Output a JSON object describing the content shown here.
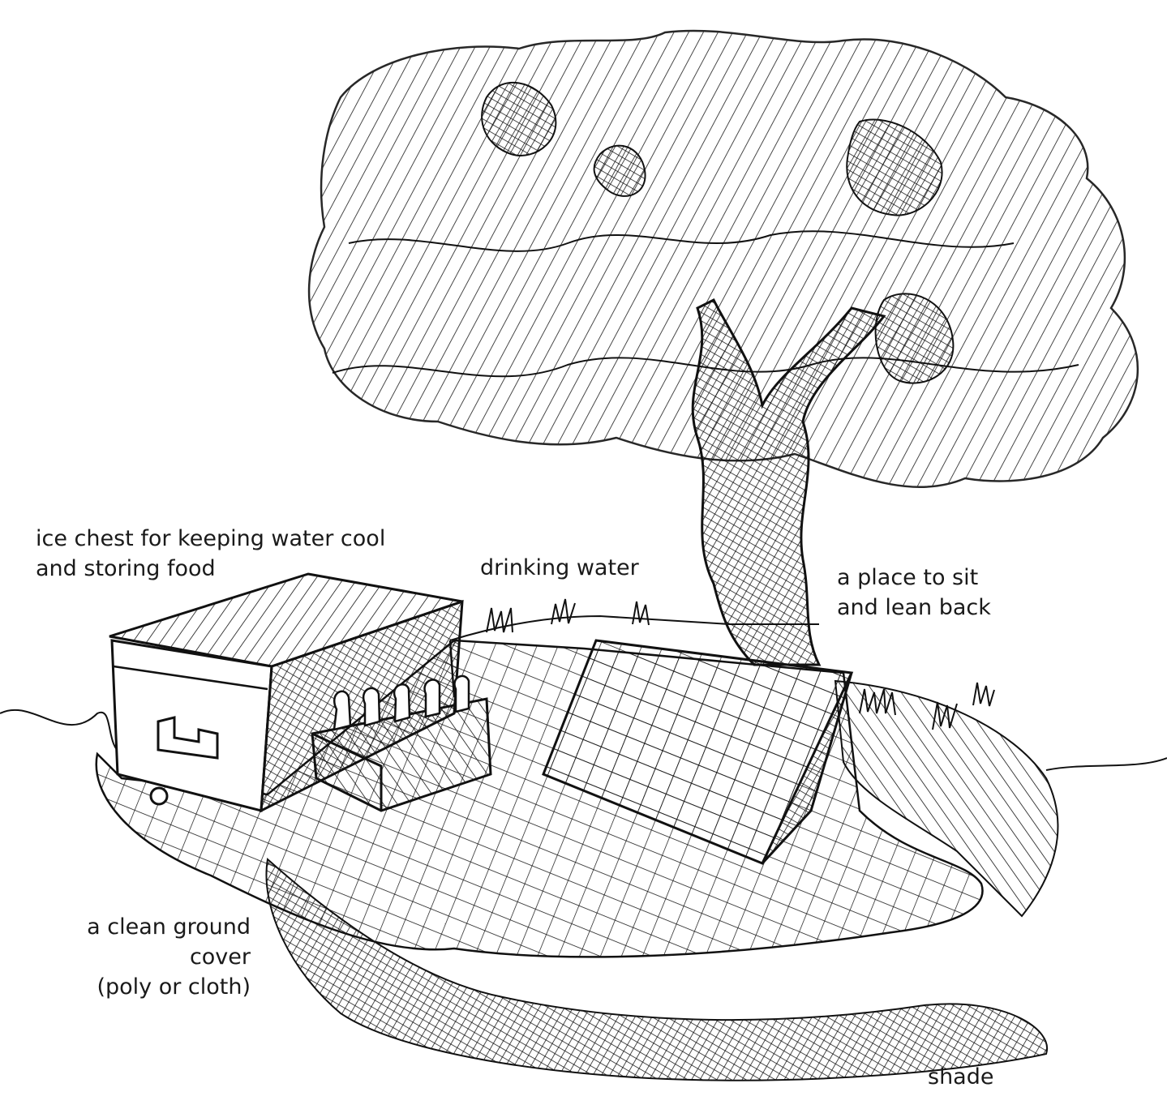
{
  "illustration": {
    "subject": "campsite-shade-station",
    "ink_color": "#111111",
    "paper_color": "#ffffff"
  },
  "labels": {
    "ice_chest": {
      "line1": "ice chest for keeping water cool",
      "line2": "and storing food"
    },
    "drinking_water": {
      "line1": "drinking water"
    },
    "sit_place": {
      "line1": "a place to sit",
      "line2": "and lean back"
    },
    "ground_cover": {
      "line1": "a clean ground",
      "line2": "cover",
      "line3": "(poly or cloth)"
    },
    "shade": {
      "line1": "shade"
    }
  }
}
